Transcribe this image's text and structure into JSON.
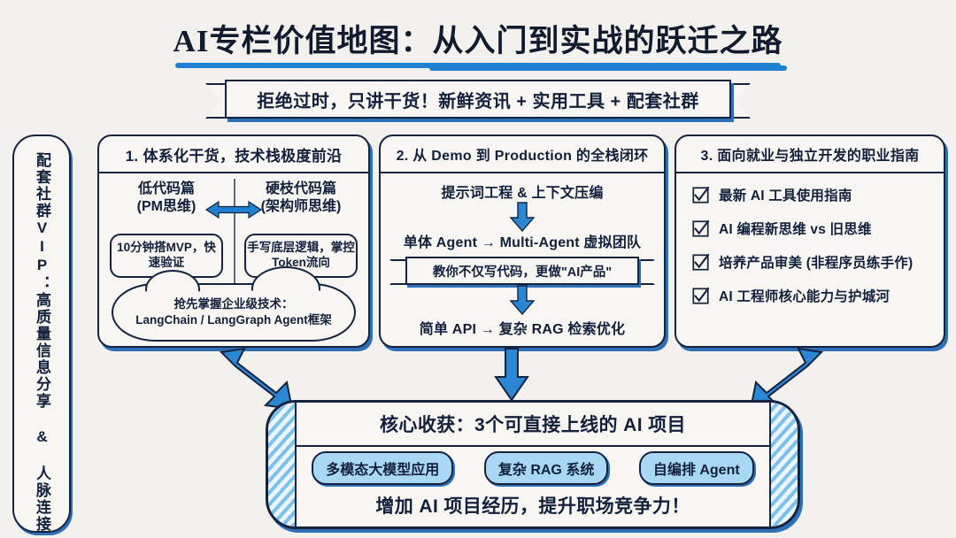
{
  "title": "AI专栏价值地图：从入门到实战的跃迁之路",
  "subtitle_banner": "拒绝过时，只讲干货！新鲜资讯 + 实用工具 + 配套社群",
  "colors": {
    "accent_blue": "#1f7fd0",
    "arrow_blue": "#2b86d3",
    "ink_navy": "#16233f",
    "chip_fill": "#a9d8f4",
    "paper": "#f7f6f2",
    "page_bg": "#f2f1ed"
  },
  "sidebar": {
    "icon": "people-group-icon",
    "text": "配套社群VIP：高质量信息分享 & 人脉连接"
  },
  "columns": [
    {
      "header": "1. 体系化干货，技术栈极度前沿",
      "left_title": "低代码篇",
      "left_subtitle": "(PM思维)",
      "right_title": "硬枝代码篇",
      "right_subtitle": "(架构师思维)",
      "left_box": "10分钟搭MVP，快速验证",
      "right_box": "手写底层逻辑，掌控Token流向",
      "cloud_line1": "抢先掌握企业级技术：",
      "cloud_line2": "LangChain / LangGraph Agent框架",
      "arrow": "bidirectional-arrow"
    },
    {
      "header": "2. 从 Demo 到 Production 的全栈闭环",
      "step1": "提示词工程 & 上下文压编",
      "step2": "单体 Agent → Multi-Agent 虚拟团队",
      "ribbon": "教你不仅写代码，更做\"AI产品\"",
      "step3": "简单 API → 复杂 RAG 检索优化"
    },
    {
      "header": "3. 面向就业与独立开发的职业指南",
      "items": [
        "最新 AI 工具使用指南",
        "AI 编程新思维 vs 旧思维",
        "培养产品审美 (非程序员练手作)",
        "AI 工程师核心能力与护城河"
      ]
    }
  ],
  "bottom": {
    "header": "核心收获：3个可直接上线的 AI 项目",
    "chips": [
      "多模态大模型应用",
      "复杂 RAG 系统",
      "自编排 Agent"
    ],
    "footer": "增加 AI 项目经历，提升职场竞争力！"
  }
}
